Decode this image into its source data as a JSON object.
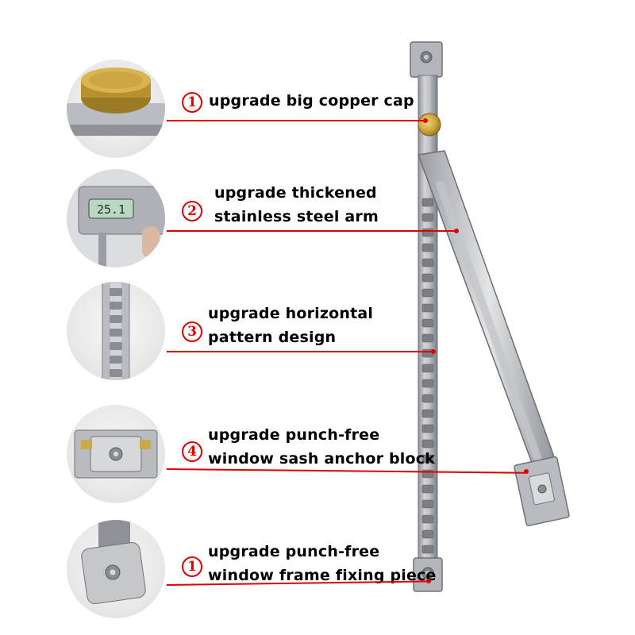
{
  "features": [
    {
      "number": "1",
      "lines": [
        "upgrade big copper cap"
      ],
      "icon": "copper-cap"
    },
    {
      "number": "2",
      "lines": [
        "upgrade thickened",
        "stainless steel arm"
      ],
      "icon": "caliper"
    },
    {
      "number": "3",
      "lines": [
        "upgrade horizontal",
        "pattern design"
      ],
      "icon": "pattern-strip"
    },
    {
      "number": "4",
      "lines": [
        "upgrade punch-free",
        "window sash anchor block"
      ],
      "icon": "anchor-block"
    },
    {
      "number": "1",
      "lines": [
        "upgrade punch-free",
        "window frame fixing piece"
      ],
      "icon": "fixing-piece"
    }
  ],
  "caliper_readout": "25.1",
  "colors": {
    "accent": "#e00000",
    "steel": "#b9bcc0",
    "copper": "#c9a13a"
  }
}
